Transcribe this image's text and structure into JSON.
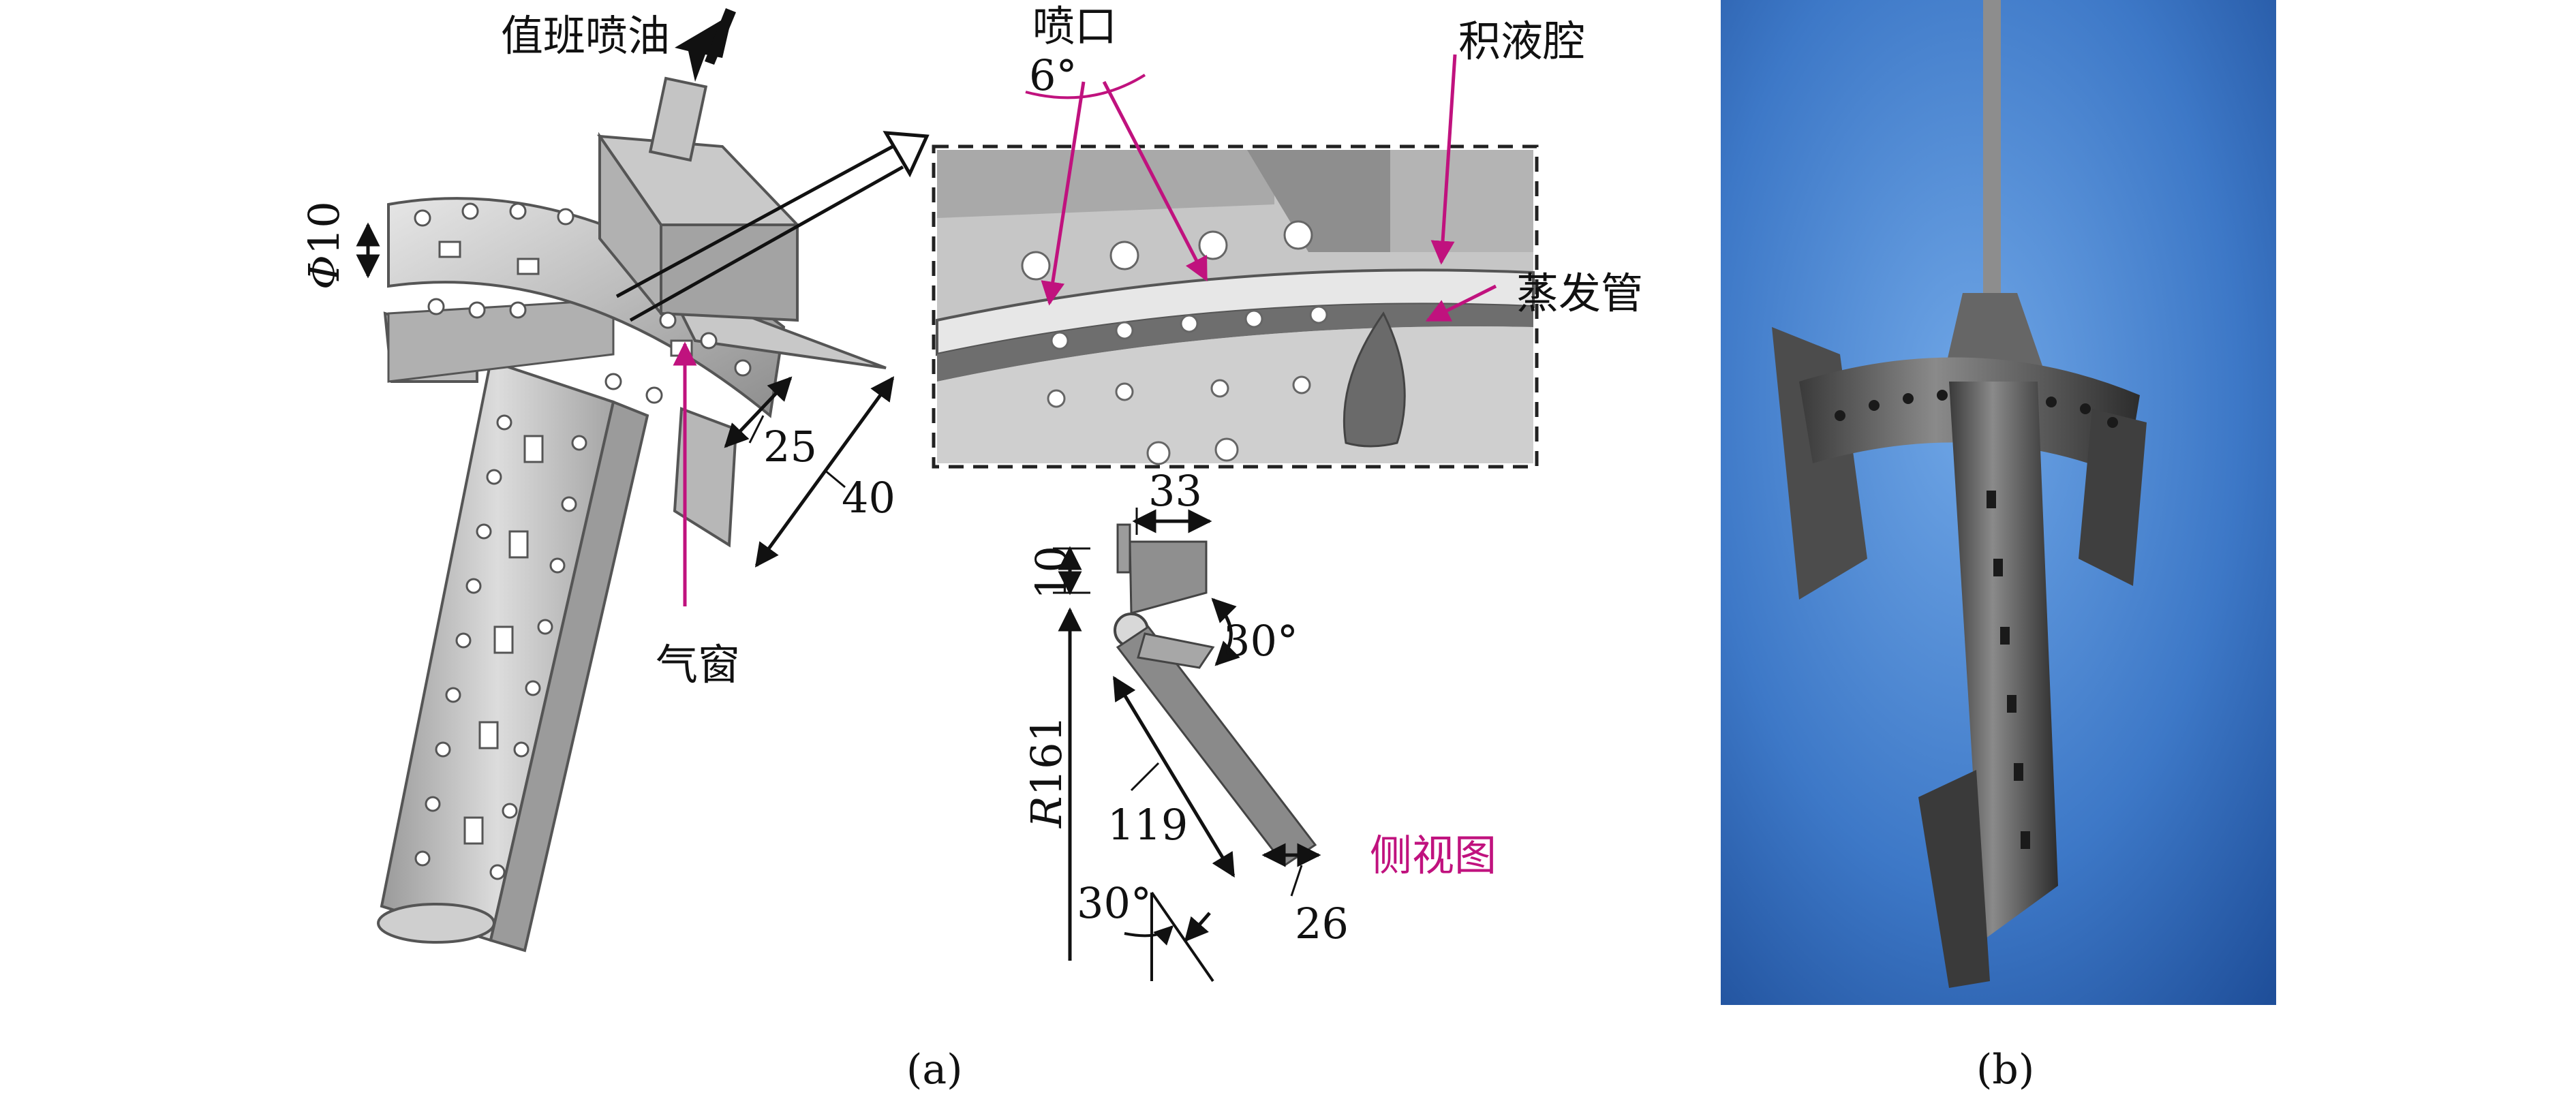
{
  "labels": {
    "standby_oil": "值班喷油",
    "phi10_symbol": "Φ",
    "phi10_value": "10",
    "dim_25": "25",
    "dim_40": "40",
    "air_window": "气窗",
    "nozzle": "喷口",
    "angle_6": "6°",
    "liquid_cavity": "积液腔",
    "evap_tube": "蒸发管",
    "dim_33": "33",
    "dim_10": "10",
    "angle_30_top": "30°",
    "radius_R": "R",
    "radius_value": "161",
    "dim_119": "119",
    "side_view": "侧视图",
    "dim_26": "26",
    "angle_30_bottom": "30°",
    "caption_a": "(a)",
    "caption_b": "(b)"
  },
  "colors": {
    "annotation": "#c0127e",
    "metal_light": "#d4d4d4",
    "metal_mid": "#a8a8a8",
    "metal_dark": "#6b6b6b",
    "photo_blue": "#3d78c7"
  },
  "icons": {
    "arrow": "black-arrow-icon",
    "inset_arrow": "hollow-arrow-icon"
  }
}
